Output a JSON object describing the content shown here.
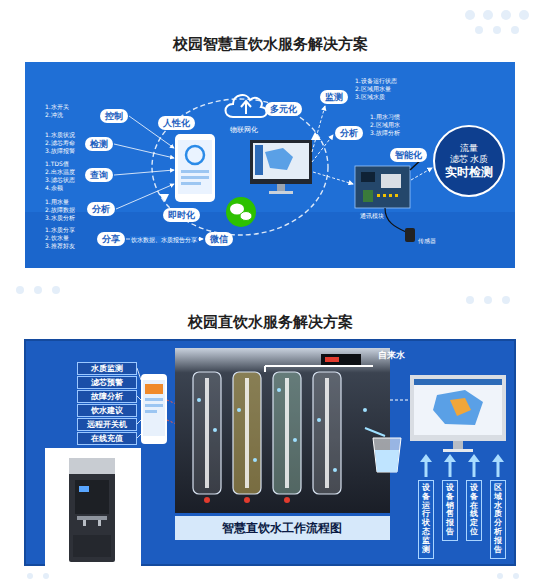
{
  "diagram": {
    "nodes": [
      {
        "text": [
          "校园智慧直饮水服务解决方案"
        ]
      },
      {
        "text": [
          "控制"
        ],
        "in": 0
      },
      {
        "text": [
          "检测"
        ],
        "in": 0
      },
      {
        "text": [
          "查询"
        ],
        "in": 0
      },
      {
        "text": [
          "分析"
        ],
        "in": 0
      },
      {
        "text": [
          "分享"
        ],
        "in": 0
      },
      {
        "text": [
          "人性化"
        ],
        "in": 0
      },
      {
        "text": [
          "多元化"
        ],
        "in": 0
      },
      {
        "text": [
          "即时化"
        ],
        "in": 0
      },
      {
        "text": [
          "微信"
        ],
        "in": 0
      },
      {
        "text": [
          "监测"
        ],
        "in": 0
      },
      {
        "text": [
          "分析"
        ],
        "in": 0
      },
      {
        "text": [
          "智能化"
        ],
        "in": 0
      },
      {
        "text": [
          "流量",
          "滤芯 水质",
          "实时检测"
        ],
        "in": 0
      },
      {
        "text": [
          "校园直饮水服务解决方案"
        ]
      },
      {
        "text": [
          "水质监测"
        ],
        "in": 14
      },
      {
        "text": [
          "滤芯预警"
        ],
        "in": 14
      },
      {
        "text": [
          "故障分析"
        ],
        "in": 14
      },
      {
        "text": [
          "饮水建议"
        ],
        "in": 14
      },
      {
        "text": [
          "远程开关机"
        ],
        "in": 14
      },
      {
        "text": [
          "在线充值"
        ],
        "in": 14
      },
      {
        "text": [
          "设备运行状态监测"
        ],
        "in": 14
      },
      {
        "text": [
          "设备销售报告"
        ],
        "in": 14
      },
      {
        "text": [
          "设备在线定位"
        ],
        "in": 14
      },
      {
        "text": [
          "区域水质分析报告"
        ],
        "in": 14
      }
    ],
    "labels": [
      "1.水开关",
      "2.冲洗",
      "1.水质状况",
      "2.滤芯寿命",
      "3.故障报警",
      "1.TDS值",
      "2.出水温度",
      "3.滤芯状态",
      "4.余额",
      "1.用水量",
      "2.故障数据",
      "3.水质分析",
      "1.水质分享",
      "2.饮水量",
      "3.推荐好友",
      "物联网化",
      "饮水数据、水质报告分享",
      "1.设备运行状态",
      "2.区域用水量",
      "3.区域水质",
      "1.用水习惯",
      "2.区域用水",
      "3.故障分析",
      "通讯模块",
      "传感器",
      "自来水",
      "智慧直饮水工作流程图"
    ]
  }
}
